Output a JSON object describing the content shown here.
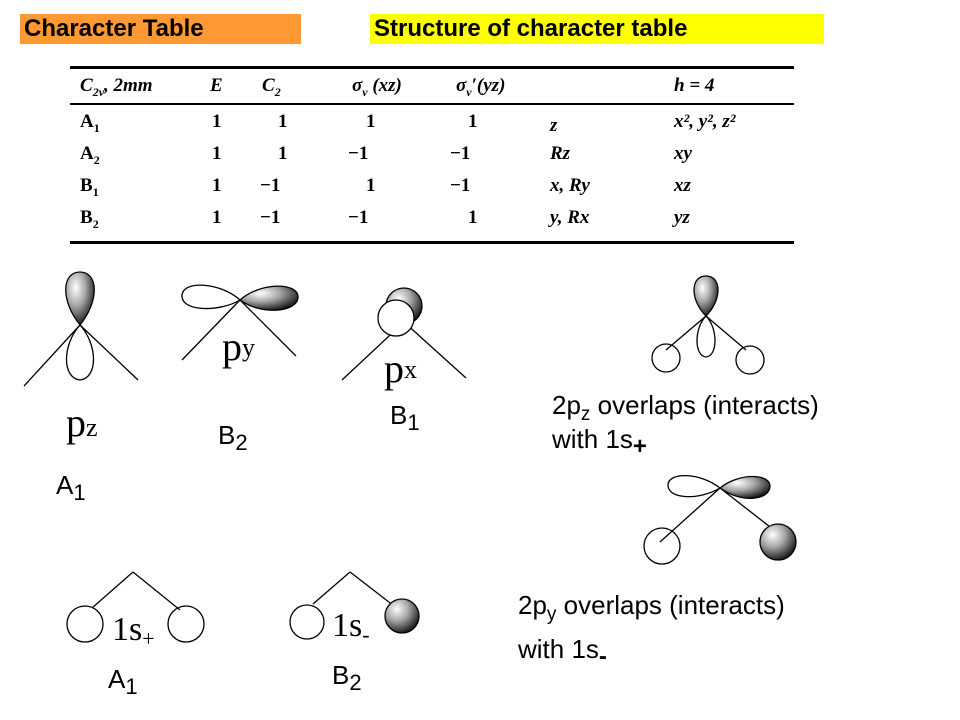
{
  "titles": {
    "left": "Character Table",
    "right": "Structure of character table"
  },
  "character_table": {
    "header": {
      "group": "C",
      "group_sub": "2v",
      "group_rest": ", 2mm",
      "E": "E",
      "C2": "C",
      "C2_sub": "2",
      "sv": "σ",
      "sv_sub": "v",
      "sv_paren": "(xz)",
      "svp": "σ",
      "svp_sub": "v",
      "svp_rest": "′(yz)",
      "h": "h = 4"
    },
    "rows": [
      {
        "sym": "A",
        "sub": "1",
        "E": "1",
        "C2": "1",
        "sv": "1",
        "svp": "1",
        "lin": "z",
        "quad": "x², y², z²"
      },
      {
        "sym": "A",
        "sub": "2",
        "E": "1",
        "C2": "1",
        "sv": "−1",
        "svp": "−1",
        "lin": "Rz",
        "quad": "xy"
      },
      {
        "sym": "B",
        "sub": "1",
        "E": "1",
        "C2": "−1",
        "sv": "1",
        "svp": "−1",
        "lin": "x, Ry",
        "quad": "xz"
      },
      {
        "sym": "B",
        "sub": "2",
        "E": "1",
        "C2": "−1",
        "sv": "−1",
        "svp": "1",
        "lin": "y, Rx",
        "quad": "yz"
      }
    ]
  },
  "orbitals": {
    "pz": {
      "main": "p",
      "sub": "z",
      "sym": "A",
      "sym_sub": "1"
    },
    "py": {
      "main": "p",
      "sub": "y",
      "sym": "B",
      "sym_sub": "2"
    },
    "px": {
      "main": "p",
      "sub": "x",
      "sym": "B",
      "sym_sub": "1"
    },
    "s_plus": {
      "main": "1s",
      "sub": "+",
      "sym": "A",
      "sym_sub": "1"
    },
    "s_minus": {
      "main": "1s",
      "sub": "-",
      "sym": "B",
      "sym_sub": "2"
    }
  },
  "overlaps": {
    "pz_line1_a": "2p",
    "pz_line1_sub": "z",
    "pz_line1_b": " overlaps (interacts)",
    "pz_line2": "with 1s",
    "pz_line2_sub": "+",
    "py_line1_a": "2p",
    "py_line1_sub": "y",
    "py_line1_b": " overlaps (interacts)",
    "py_line2": "with 1s",
    "py_line2_sub": "-"
  }
}
